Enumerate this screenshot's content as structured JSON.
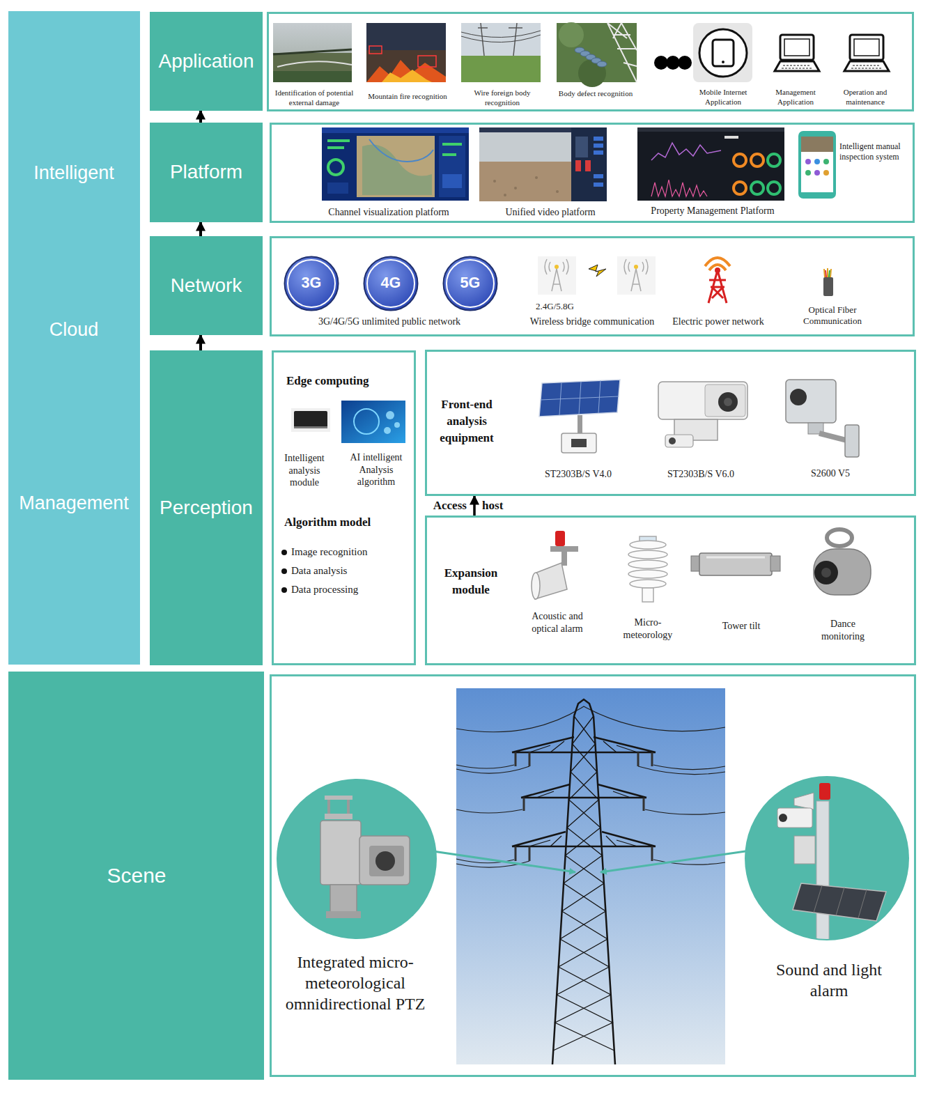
{
  "diagram": {
    "nodes": [
      {
        "text": [
          "Intelligent",
          "Cloud",
          "Management"
        ]
      },
      {
        "text": [
          "Application"
        ]
      },
      {
        "text": [
          "Platform"
        ]
      },
      {
        "text": [
          "Network"
        ]
      },
      {
        "text": [
          "Perception"
        ]
      },
      {
        "text": [
          "Scene"
        ]
      },
      {
        "text": [
          "Identification of potential external damage",
          "Mountain fire recognition",
          "Wire foreign body recognition",
          "Body defect recognition",
          "Mobile Internet Application",
          "Management Application",
          "Operation and maintenance"
        ]
      },
      {
        "text": [
          "Channel visualization platform",
          "Unified video platform",
          "Property Management Platform",
          "Intelligent manual inspection system"
        ]
      },
      {
        "text": [
          "3G/4G/5G unlimited public network",
          "2.4G/5.8G",
          "Wireless bridge communication",
          "Electric power network",
          "Optical Fiber Communication"
        ]
      },
      {
        "text": [
          "3G"
        ],
        "in": 8
      },
      {
        "text": [
          "4G"
        ],
        "in": 8
      },
      {
        "text": [
          "5G"
        ],
        "in": 8
      },
      {
        "text": [
          "Edge computing",
          "Intelligent analysis module",
          "AI intelligent Analysis algorithm",
          "Algorithm model",
          "Image recognition",
          "Data analysis",
          "Data processing"
        ]
      },
      {
        "text": [
          "Front-end analysis equipment",
          "ST2303B/S V4.0",
          "ST2303B/S V6.0",
          "S2600 V5"
        ]
      },
      {
        "text": [
          "Expansion module",
          "Acoustic and optical alarm",
          "Micro-meteorology",
          "Tower tilt",
          "Dance monitoring"
        ]
      },
      {
        "text": [
          "Integrated micro-meteorological omnidirectional PTZ",
          "Sound and light alarm"
        ]
      }
    ],
    "edges": [
      {
        "from": 4,
        "to": 3,
        "arrow": "to"
      },
      {
        "from": 3,
        "to": 2,
        "arrow": "to"
      },
      {
        "from": 2,
        "to": 1,
        "arrow": "to"
      },
      {
        "from": 14,
        "to": 13,
        "arrow": "to",
        "label": "Access host"
      }
    ]
  }
}
